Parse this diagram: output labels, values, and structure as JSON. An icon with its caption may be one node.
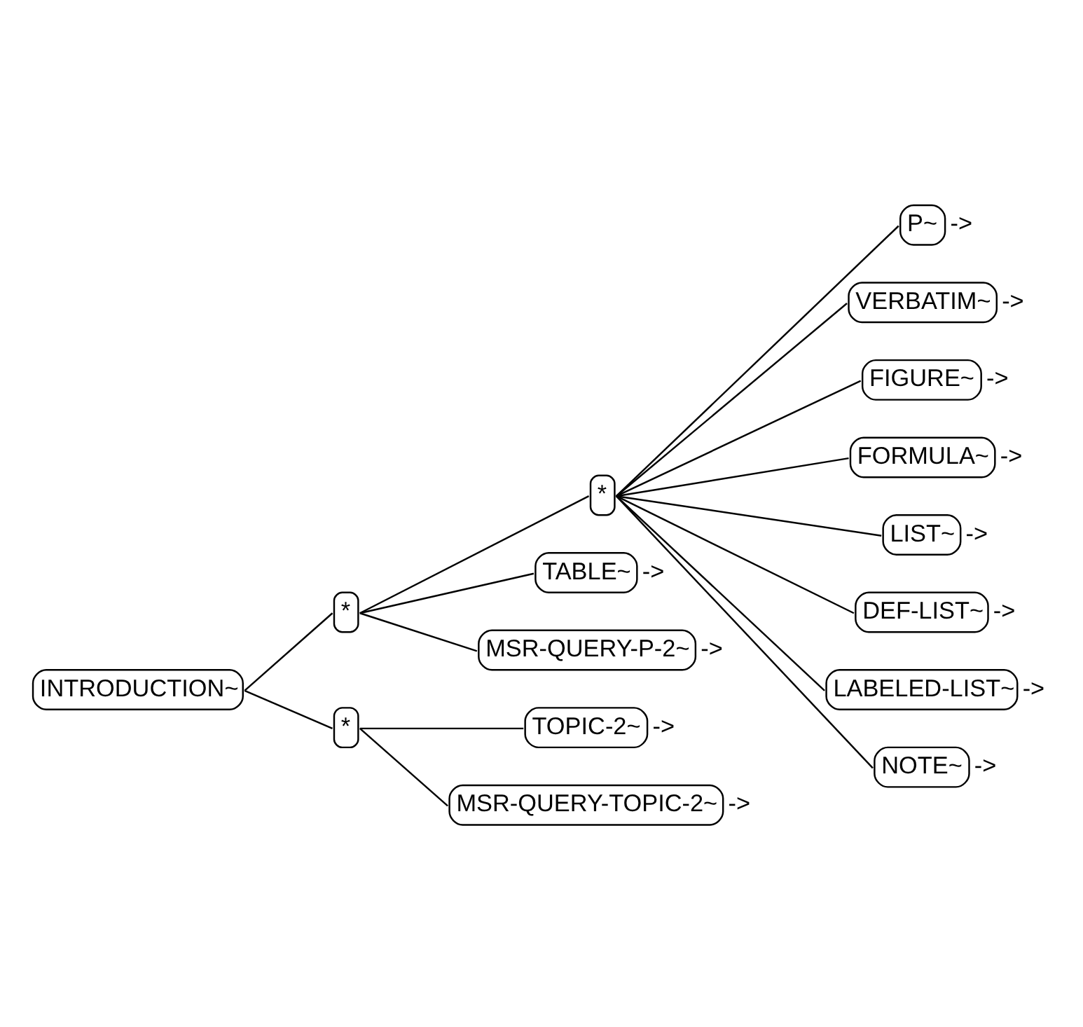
{
  "diagram": {
    "nodes": [
      {
        "text": [
          "INTRODUCTION~"
        ]
      },
      {
        "text": [
          "*"
        ]
      },
      {
        "text": [
          "*"
        ]
      },
      {
        "text": [
          "P~"
        ],
        "beside": [
          "->"
        ]
      },
      {
        "text": [
          "VERBATIM~"
        ],
        "beside": [
          "->"
        ]
      },
      {
        "text": [
          "FIGURE~"
        ],
        "beside": [
          "->"
        ]
      },
      {
        "text": [
          "FORMULA~"
        ],
        "beside": [
          "->"
        ]
      },
      {
        "text": [
          "LIST~"
        ],
        "beside": [
          "->"
        ]
      },
      {
        "text": [
          "DEF-LIST~"
        ],
        "beside": [
          "->"
        ]
      },
      {
        "text": [
          "LABELED-LIST~"
        ],
        "beside": [
          "->"
        ]
      },
      {
        "text": [
          "NOTE~"
        ],
        "beside": [
          "->"
        ]
      },
      {
        "text": [
          "TABLE~"
        ],
        "beside": [
          "->"
        ]
      },
      {
        "text": [
          "MSR-QUERY-P-2~"
        ],
        "beside": [
          "->"
        ]
      },
      {
        "text": [
          "*"
        ]
      },
      {
        "text": [
          "TOPIC-2~"
        ],
        "beside": [
          "->"
        ]
      },
      {
        "text": [
          "MSR-QUERY-TOPIC-2~"
        ],
        "beside": [
          "->"
        ]
      }
    ],
    "edges": [
      {
        "from": 0,
        "to": 1,
        "arrow": "none"
      },
      {
        "from": 0,
        "to": 13,
        "arrow": "none"
      },
      {
        "from": 1,
        "to": 2,
        "arrow": "none"
      },
      {
        "from": 2,
        "to": 3,
        "arrow": "none"
      },
      {
        "from": 2,
        "to": 4,
        "arrow": "none"
      },
      {
        "from": 2,
        "to": 5,
        "arrow": "none"
      },
      {
        "from": 2,
        "to": 6,
        "arrow": "none"
      },
      {
        "from": 2,
        "to": 7,
        "arrow": "none"
      },
      {
        "from": 2,
        "to": 8,
        "arrow": "none"
      },
      {
        "from": 2,
        "to": 9,
        "arrow": "none"
      },
      {
        "from": 2,
        "to": 10,
        "arrow": "none"
      },
      {
        "from": 1,
        "to": 11,
        "arrow": "none"
      },
      {
        "from": 1,
        "to": 12,
        "arrow": "none"
      },
      {
        "from": 13,
        "to": 14,
        "arrow": "none"
      },
      {
        "from": 13,
        "to": 15,
        "arrow": "none"
      }
    ]
  }
}
